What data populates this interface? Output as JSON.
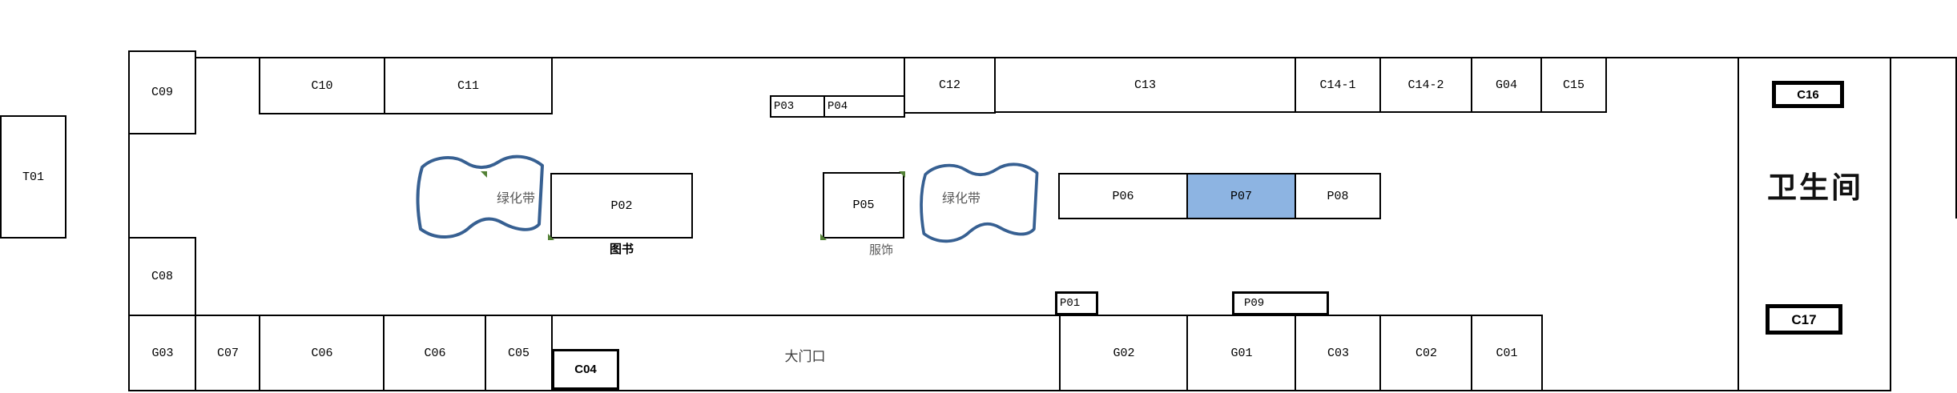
{
  "colors": {
    "wall": "#000000",
    "flag_stroke": "#376092",
    "selected_stall_fill": "#8DB4E2",
    "corner_marker_green": "#538135"
  },
  "selection": {
    "selected_stall": "P07"
  },
  "stalls": {
    "t01": "T01",
    "c09": "C09",
    "c08": "C08",
    "c10": "C10",
    "c11": "C11",
    "p03": "P03",
    "p04": "P04",
    "c12": "C12",
    "c13": "C13",
    "c14_1": "C14-1",
    "c14_2": "C14-2",
    "g04": "G04",
    "c15": "C15",
    "p02": "P02",
    "p05": "P05",
    "p06": "P06",
    "p07": "P07",
    "p08": "P08",
    "p01": "P01",
    "p09": "P09",
    "c04": "C04",
    "c16": "C16",
    "c17": "C17",
    "g03": "G03",
    "c07": "C07",
    "c06_a": "C06",
    "c06_b": "C06",
    "c05": "C05",
    "g02": "G02",
    "g01": "G01",
    "c03": "C03",
    "c02": "C02",
    "c01": "C01"
  },
  "areas": {
    "restroom": "卫生间",
    "entrance": "大门口",
    "green_belt_1": "绿化带",
    "green_belt_2": "绿化带",
    "books": "图书",
    "clothing": "服饰"
  }
}
